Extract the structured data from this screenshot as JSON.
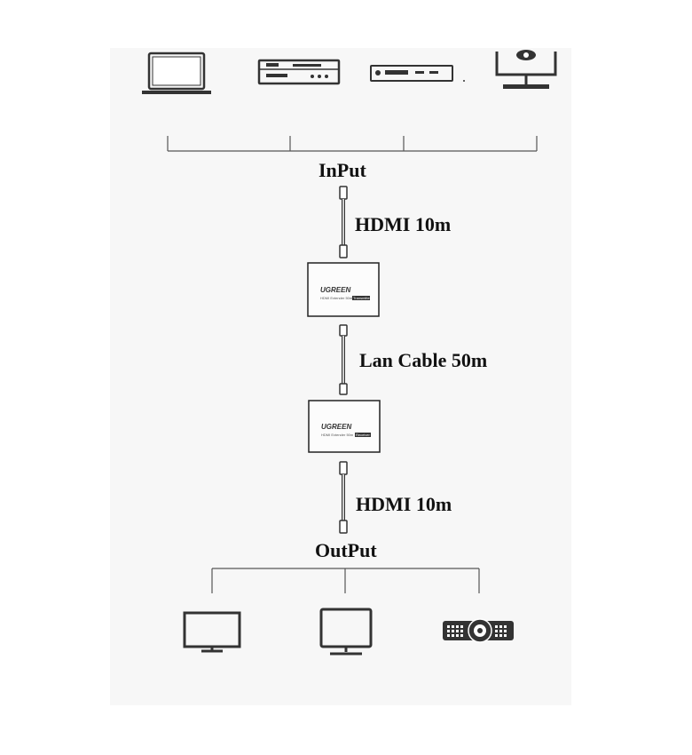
{
  "diagram": {
    "input_label": "InPut",
    "output_label": "OutPut",
    "hdmi_in_label": "HDMI 10m",
    "lan_label": "Lan Cable 50m",
    "hdmi_out_label": "HDMI 10m",
    "transmitter": {
      "brand": "UGREEN",
      "model": "HDMI Extender 50m",
      "tag": "Transmitter"
    },
    "receiver": {
      "brand": "UGREEN",
      "model": "HDMI Extender 50m",
      "tag": "Receiver"
    },
    "input_devices": [
      "laptop-icon",
      "dvd-player-icon",
      "set-top-box-icon",
      "monitor-icon"
    ],
    "output_devices": [
      "tv-icon",
      "monitor-icon",
      "projector-icon"
    ],
    "line_color": "#555555",
    "icon_color": "#333333"
  }
}
